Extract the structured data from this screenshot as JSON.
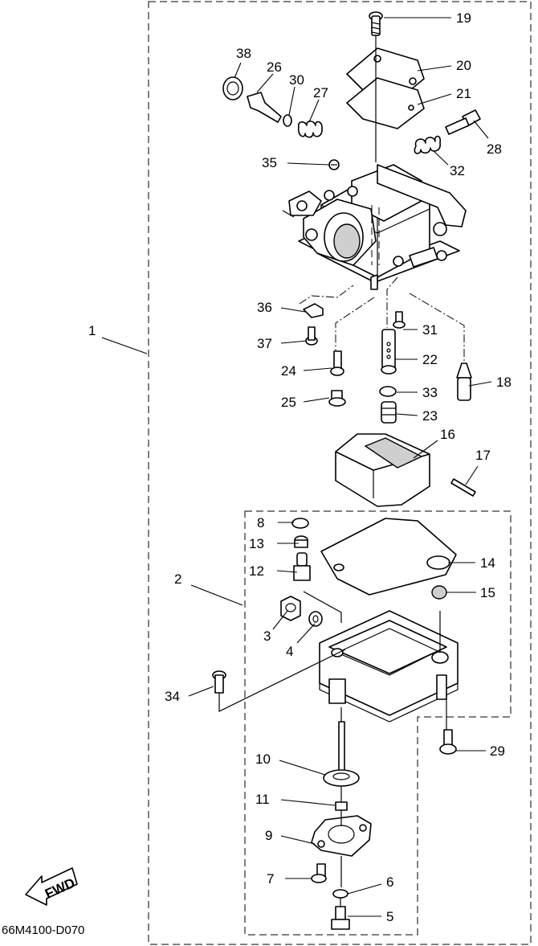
{
  "figure_code": "66M4100-D070",
  "fwd_label": "FWD",
  "callouts": {
    "c1": "1",
    "c2": "2",
    "c3": "3",
    "c4": "4",
    "c5": "5",
    "c6": "6",
    "c7": "7",
    "c8": "8",
    "c9": "9",
    "c10": "10",
    "c11": "11",
    "c12": "12",
    "c13": "13",
    "c14": "14",
    "c15": "15",
    "c16": "16",
    "c17": "17",
    "c18": "18",
    "c19": "19",
    "c20": "20",
    "c21": "21",
    "c22": "22",
    "c23": "23",
    "c24": "24",
    "c25": "25",
    "c26": "26",
    "c27": "27",
    "c28": "28",
    "c29": "29",
    "c30": "30",
    "c31": "31",
    "c32": "32",
    "c33": "33",
    "c34": "34",
    "c35": "35",
    "c36": "36",
    "c37": "37",
    "c38": "38"
  }
}
